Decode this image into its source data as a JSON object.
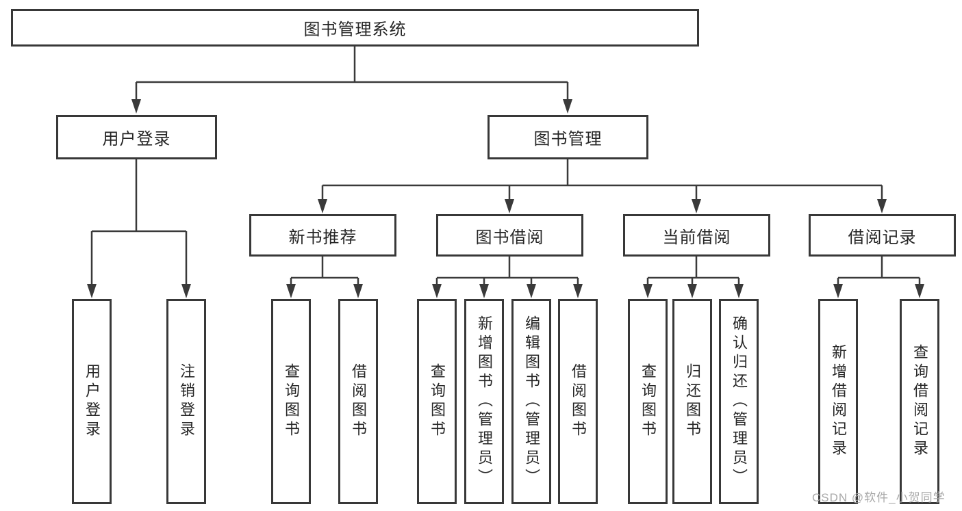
{
  "diagram": {
    "title": "图书管理系统",
    "root": {
      "label": "图书管理系统"
    },
    "level2": [
      {
        "label": "用户登录"
      },
      {
        "label": "图书管理"
      }
    ],
    "level3": [
      {
        "label": "新书推荐",
        "parent": "图书管理"
      },
      {
        "label": "图书借阅",
        "parent": "图书管理"
      },
      {
        "label": "当前借阅",
        "parent": "图书管理"
      },
      {
        "label": "借阅记录",
        "parent": "图书管理"
      }
    ],
    "leaves": [
      {
        "label": "用户登录",
        "parent": "用户登录"
      },
      {
        "label": "注销登录",
        "parent": "用户登录"
      },
      {
        "label": "查询图书",
        "parent": "新书推荐"
      },
      {
        "label": "借阅图书",
        "parent": "新书推荐"
      },
      {
        "label": "查询图书",
        "parent": "图书借阅"
      },
      {
        "label": "新增图书（管理员）",
        "parent": "图书借阅"
      },
      {
        "label": "编辑图书（管理员）",
        "parent": "图书借阅"
      },
      {
        "label": "借阅图书",
        "parent": "图书借阅"
      },
      {
        "label": "查询图书",
        "parent": "当前借阅"
      },
      {
        "label": "归还图书",
        "parent": "当前借阅"
      },
      {
        "label": "确认归还（管理员）",
        "parent": "当前借阅"
      },
      {
        "label": "新增借阅记录",
        "parent": "借阅记录"
      },
      {
        "label": "查询借阅记录",
        "parent": "借阅记录"
      }
    ],
    "watermark": "CSDN @软件_小贺同学",
    "colors": {
      "line": "#3a3a3a",
      "border": "#383838",
      "text": "#262626",
      "background": "#ffffff",
      "watermark": "#a8a8a8"
    }
  }
}
